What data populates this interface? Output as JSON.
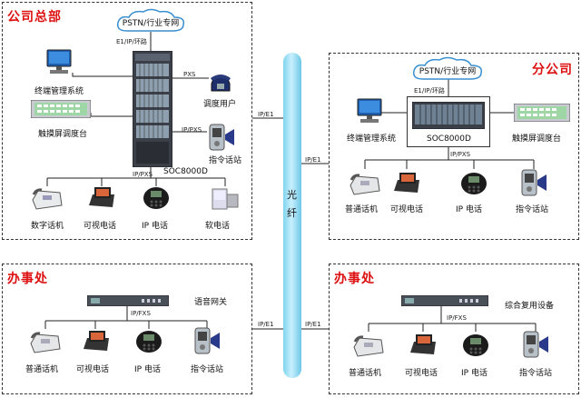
{
  "fiber": {
    "char1": "光",
    "char2": "纤"
  },
  "hq": {
    "title": "公司总部",
    "cloud": "PSTN/行业专网",
    "uplink": "E1/IP/环路",
    "terminal_mgmt": "终端管理系统",
    "touch_console": "触摸屏调度台",
    "pxs": "PXS",
    "dispatch_user": "调度用户",
    "ip_pxs_side": "IP/PXS",
    "command_station": "指令话站",
    "ip_pxs_bottom": "IP/PXS",
    "switch_name": "SOC8000D",
    "phones": [
      "数字话机",
      "可视电话",
      "IP 电话",
      "软电话"
    ],
    "fiber_link": "IP/E1"
  },
  "branch": {
    "title": "分公司",
    "cloud": "PSTN/行业专网",
    "uplink": "E1/IP/环路",
    "terminal_mgmt": "终端管理系统",
    "switch_name": "SOC8000D",
    "touch_console": "触摸屏调度台",
    "ip_pxs": "IP/PXS",
    "phones": [
      "普通话机",
      "可视电话",
      "IP 电话",
      "指令话站"
    ],
    "fiber_link": "IP/E1"
  },
  "office_left": {
    "title": "办事处",
    "gateway": "语音网关",
    "ip_pxs": "IP/FXS",
    "phones": [
      "普通话机",
      "可视电话",
      "IP 电话",
      "指令话站"
    ],
    "fiber_link": "IP/E1"
  },
  "office_right": {
    "title": "办事处",
    "gateway": "综合复用设备",
    "ip_pxs": "IP/FXS",
    "phones": [
      "普通话机",
      "可视电话",
      "IP 电话",
      "指令话站"
    ],
    "fiber_link": "IP/E1"
  }
}
